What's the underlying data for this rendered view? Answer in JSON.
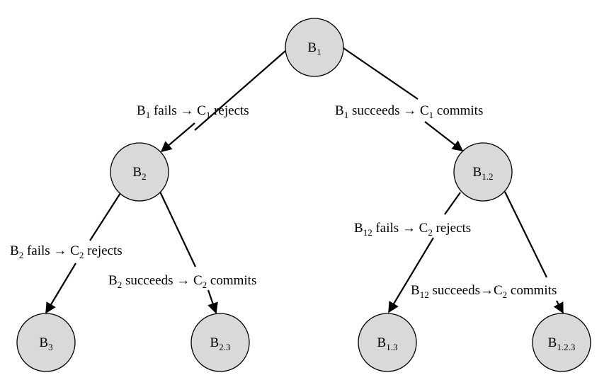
{
  "colors": {
    "node_fill": "#d9d9d9",
    "stroke": "#000000",
    "background": "#ffffff"
  },
  "nodes": {
    "b1": {
      "base": "B",
      "sub": "1"
    },
    "b2": {
      "base": "B",
      "sub": "2"
    },
    "b12": {
      "base": "B",
      "sub": "1.2"
    },
    "b3": {
      "base": "B",
      "sub": "3"
    },
    "b23": {
      "base": "B",
      "sub": "2.3"
    },
    "b13": {
      "base": "B",
      "sub": "1.3"
    },
    "b123": {
      "base": "B",
      "sub": "1.2.3"
    }
  },
  "edges": {
    "b1_b2": {
      "b": "B",
      "b_sub": "1",
      "cond": " fails ",
      "arrow": "→",
      "c": " C",
      "c_sub": "1",
      "action": " rejects"
    },
    "b1_b12": {
      "b": "B",
      "b_sub": "1",
      "cond": " succeeds ",
      "arrow": "→",
      "c": " C",
      "c_sub": "1",
      "action": " commits"
    },
    "b2_b3": {
      "b": "B",
      "b_sub": "2",
      "cond": " fails ",
      "arrow": "→",
      "c": " C",
      "c_sub": "2",
      "action": " rejects"
    },
    "b2_b23": {
      "b": "B",
      "b_sub": "2",
      "cond": " succeeds  ",
      "arrow": "→",
      "c": " C",
      "c_sub": "2",
      "action": " commits"
    },
    "b12_b13": {
      "b": "B",
      "b_sub": "12",
      "cond": " fails ",
      "arrow": "→",
      "c": " C",
      "c_sub": "2",
      "action": " rejects"
    },
    "b12_b123": {
      "b": "B",
      "b_sub": "12",
      "cond": " succeeds",
      "arrow": "→",
      "c": "C",
      "c_sub": "2",
      "action": " commits"
    }
  }
}
